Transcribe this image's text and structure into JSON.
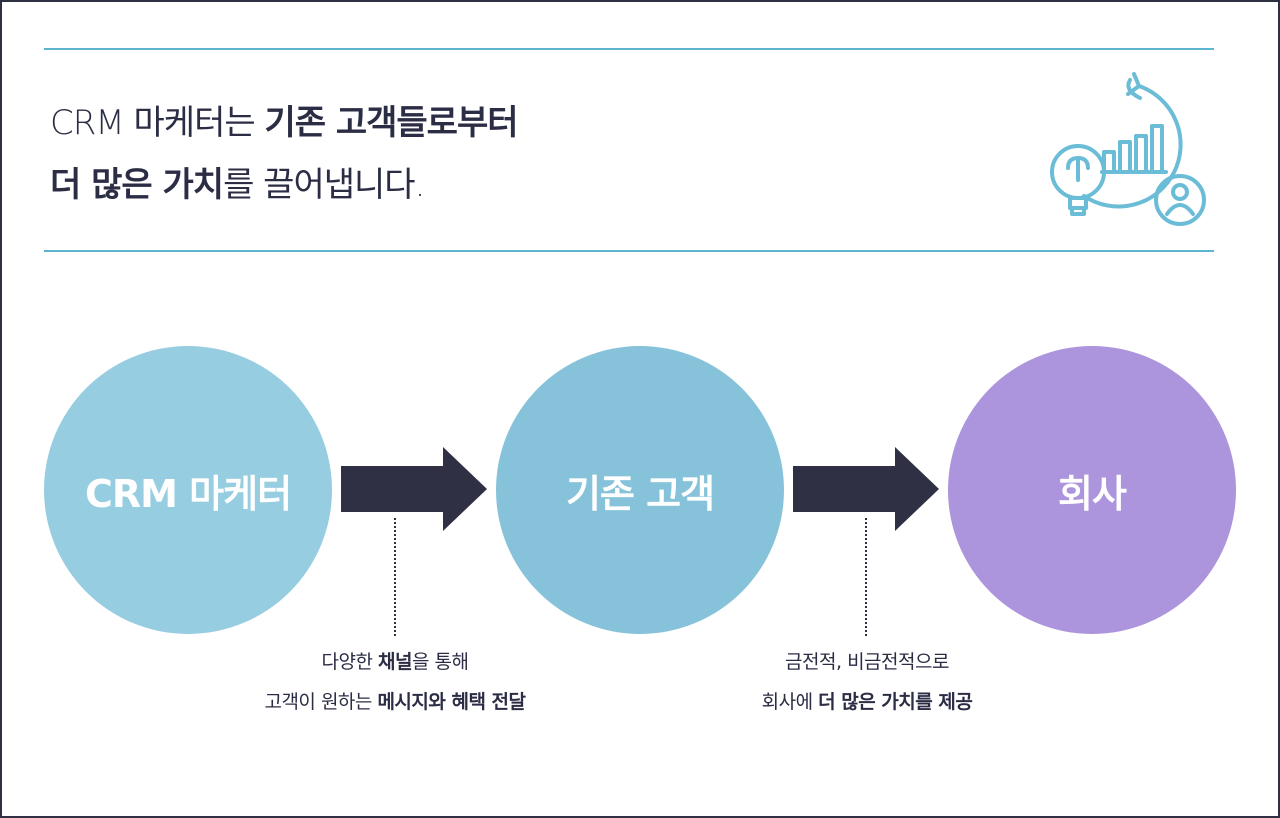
{
  "headline": {
    "line1_light": "CRM 마케터는 ",
    "line1_bold": "기존 고객들로부터",
    "line2_bold": "더 많은 가치",
    "line2_light": "를 끌어냅니다."
  },
  "icon": "growth-cycle-icon",
  "nodes": [
    {
      "label": "CRM 마케터",
      "color": "#97cde1"
    },
    {
      "label": "기존 고객",
      "color": "#86c3da"
    },
    {
      "label": "회사",
      "color": "#ac95dc"
    }
  ],
  "captions": [
    {
      "line1_light": "다양한 ",
      "line1_bold": "채널",
      "line1_tail": "을 통해",
      "line2_light": "고객이 원하는 ",
      "line2_bold": "메시지와 혜택 전달"
    },
    {
      "line1_light": "금전적, 비금전적으로",
      "line2_light": "회사에 ",
      "line2_bold": "더 많은 가치를 제공"
    }
  ],
  "colors": {
    "accent_rule": "#5bb4d0",
    "arrow": "#2f3043",
    "text": "#2b2d45",
    "icon_stroke": "#6bbcd6"
  }
}
